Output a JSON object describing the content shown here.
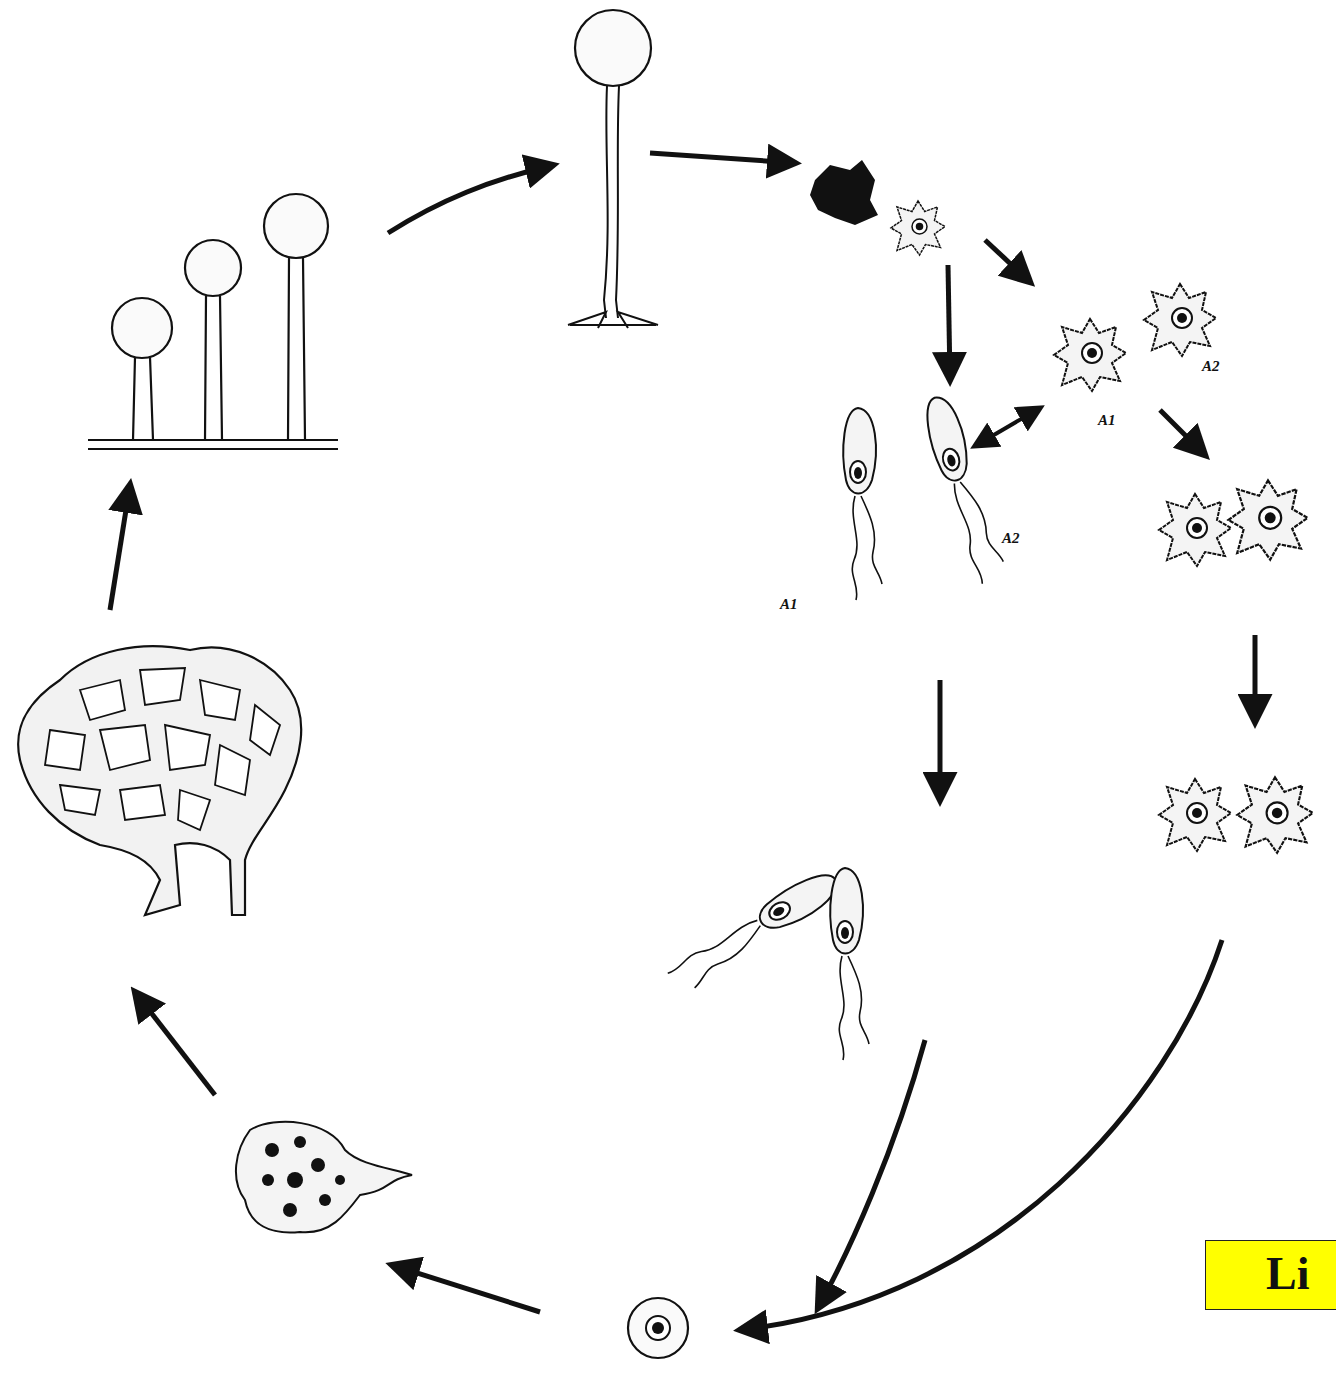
{
  "diagram": {
    "nodes": [
      {
        "text": [
          "Li"
        ]
      }
    ],
    "labels": [
      "A2",
      "A1",
      "A2",
      "A1"
    ]
  }
}
